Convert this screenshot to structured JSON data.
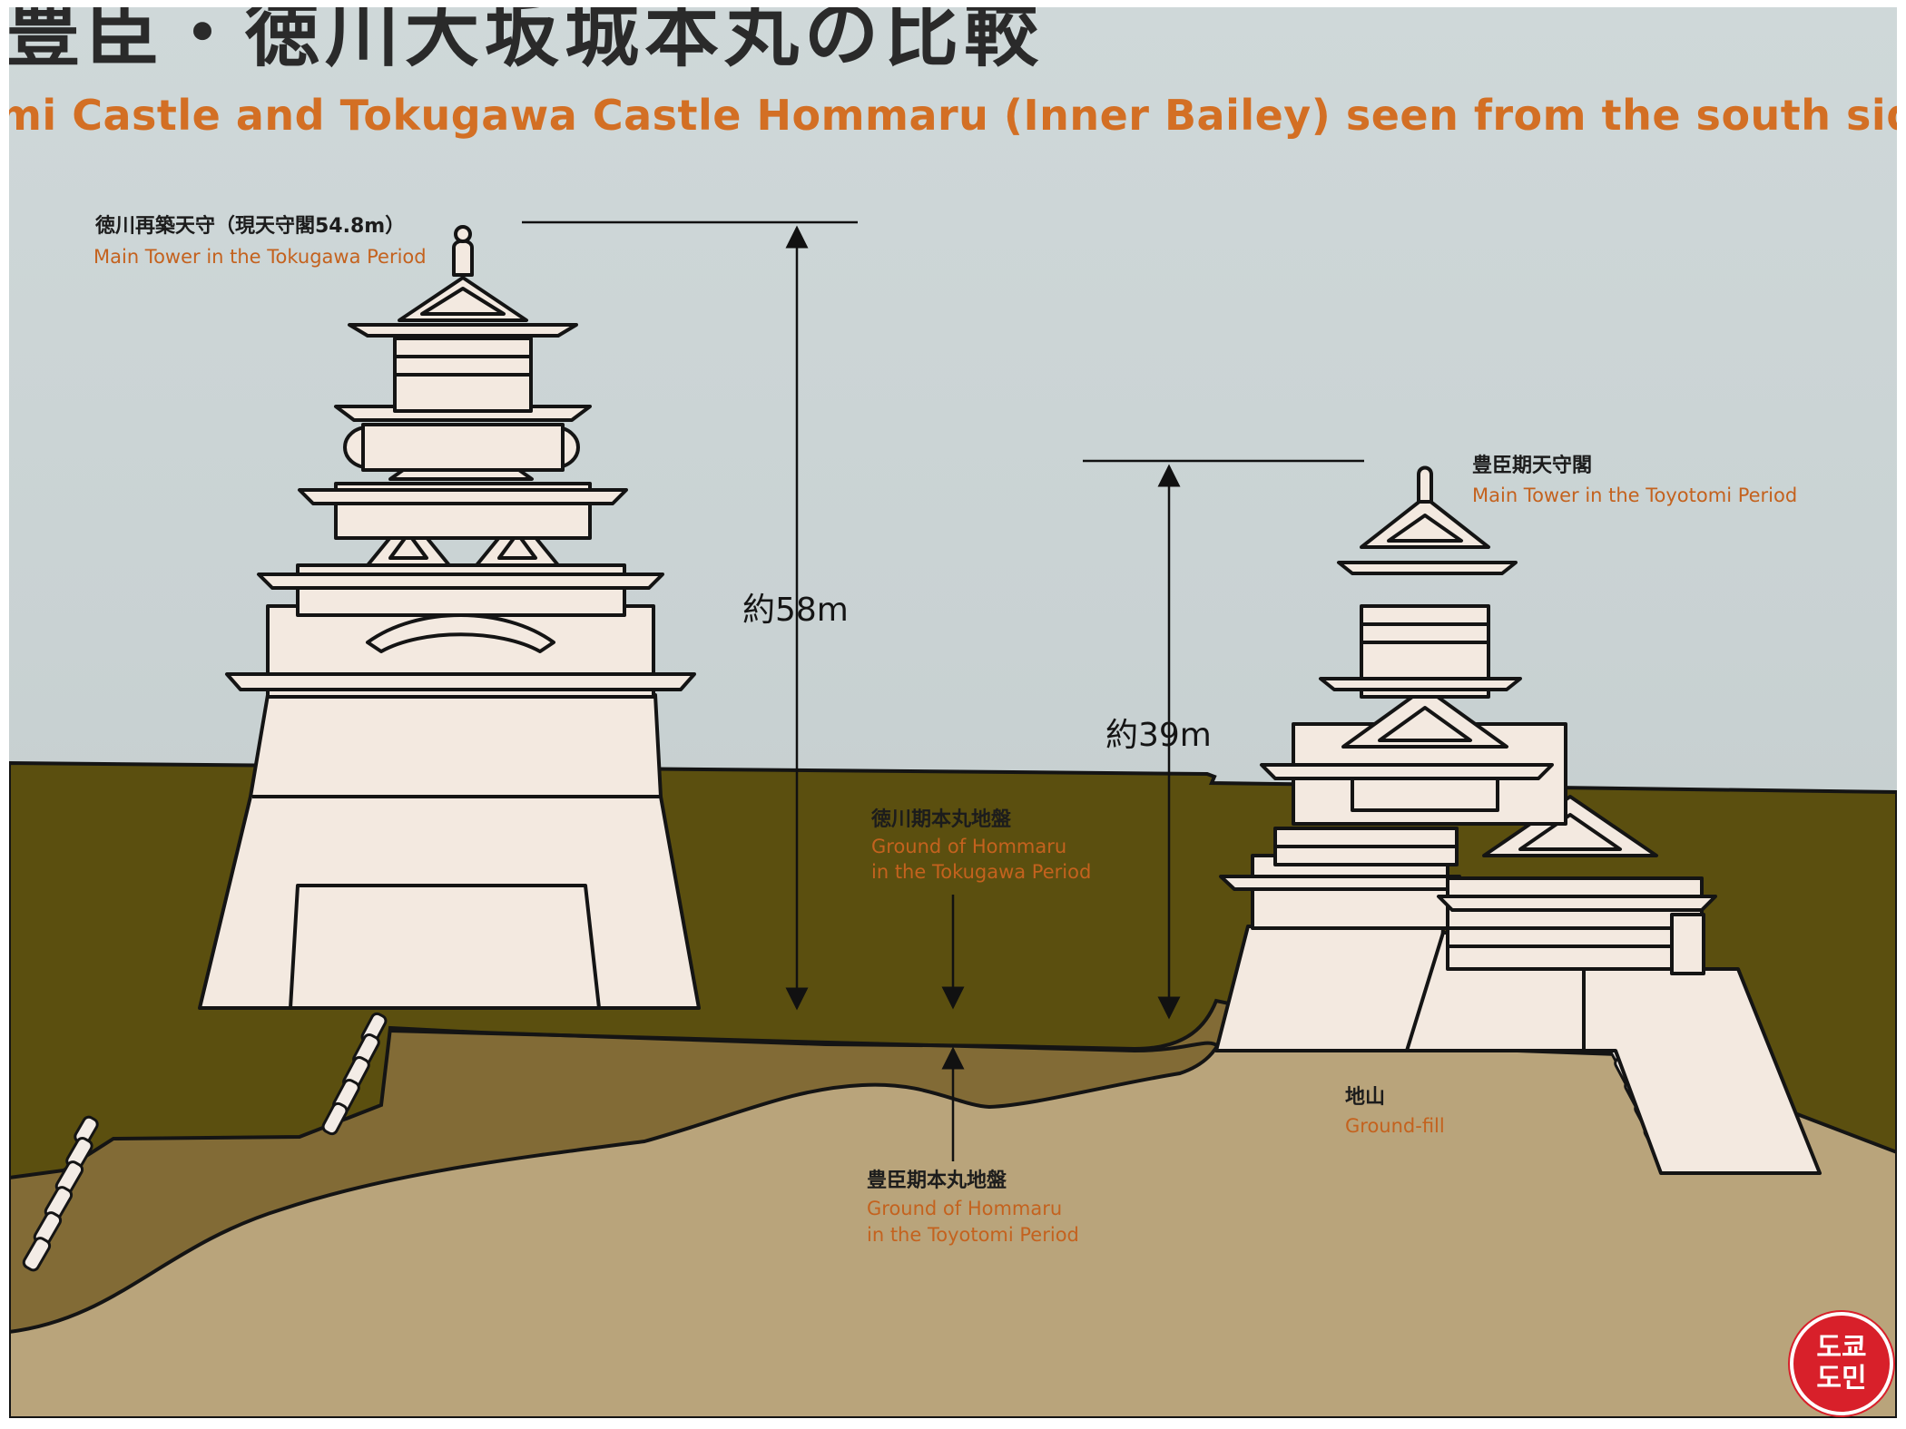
{
  "title": {
    "japanese": "豊臣・徳川大坂城本丸の比較",
    "english": "mi Castle and Tokugawa Castle Hommaru (Inner Bailey) seen from the south side"
  },
  "tokugawa_tower": {
    "label_jp": "徳川再築天守（現天守閣54.8m）",
    "label_en": "Main Tower in the Tokugawa Period",
    "height_label": "約58m"
  },
  "toyotomi_tower": {
    "label_jp": "豊臣期天守閣",
    "label_en": "Main Tower in the Toyotomi Period",
    "height_label": "約39m"
  },
  "tokugawa_ground": {
    "label_jp": "徳川期本丸地盤",
    "label_en_1": "Ground of Hommaru",
    "label_en_2": "in the Tokugawa Period"
  },
  "toyotomi_ground": {
    "label_jp": "豊臣期本丸地盤",
    "label_en_1": "Ground of Hommaru",
    "label_en_2": "in the Toyotomi Period"
  },
  "ground_fill": {
    "label_jp": "地山",
    "label_en": "Ground-fill"
  },
  "watermark": {
    "line1": "도쿄",
    "line2": "도민"
  },
  "colors": {
    "sky": "#cbd4d5",
    "fill_olive": "#5b4f0f",
    "topsoil": "#826b36",
    "ground_fill": "#b9a47b",
    "castle_white": "#f3e9e0",
    "title_orange": "#d36f24",
    "label_orange": "#c4621e",
    "badge_red": "#d8202a"
  }
}
